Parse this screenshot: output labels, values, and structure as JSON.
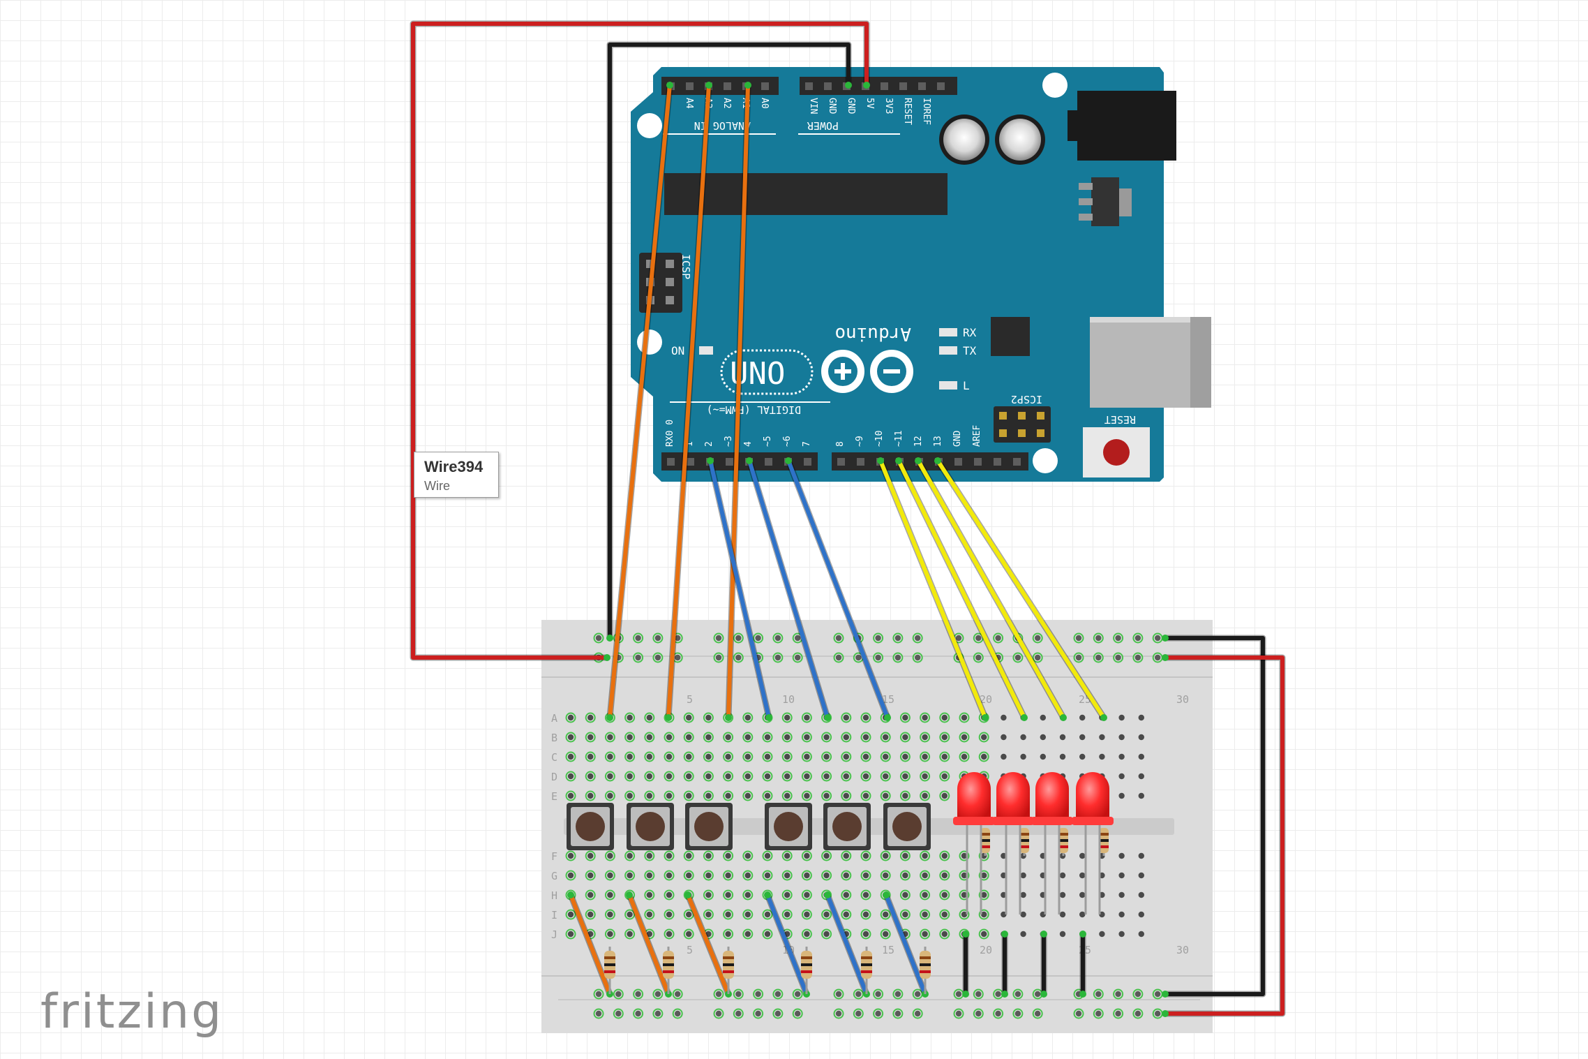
{
  "tooltip": {
    "title": "Wire394",
    "subtitle": "Wire"
  },
  "brand": {
    "logo": "fritzing"
  },
  "arduino": {
    "analog_pins": [
      "A4",
      "A3",
      "A2",
      "A1",
      "A0"
    ],
    "analog_title": "ANALOG IN",
    "power_pins": [
      "VIN",
      "GND",
      "GND",
      "5V",
      "3V3",
      "RESET",
      "IOREF"
    ],
    "power_title": "POWER",
    "digital_pins_left": [
      "RX0 0",
      "1",
      "2",
      "~3",
      "4",
      "~5",
      "~6",
      "7"
    ],
    "digital_pins_right": [
      "8",
      "~9",
      "~10",
      "~11",
      "12",
      "13",
      "GND",
      "AREF"
    ],
    "digital_title": "DIGITAL (PWM=~)",
    "uno_label": "UNO",
    "brand_label": "Arduino",
    "on_label": "ON",
    "rx_label": "RX",
    "tx_label": "TX",
    "l_label": "L",
    "icsp_label": "ICSP",
    "icsp2_label": "ICSP2",
    "reset_label": "RESET"
  },
  "breadboard": {
    "rows_top": [
      "A",
      "B",
      "C",
      "D",
      "E"
    ],
    "rows_bottom": [
      "F",
      "G",
      "H",
      "I",
      "J"
    ],
    "column_marks_top": [
      "5",
      "10",
      "15",
      "20",
      "25",
      "30"
    ],
    "column_marks_bottom": [
      "5",
      "10",
      "15",
      "20",
      "25",
      "30"
    ]
  },
  "colors": {
    "board": "#157a99",
    "breadboard": "#dcdcdc",
    "wire_red": "#cc1f1f",
    "wire_black": "#1a1a1a",
    "wire_orange": "#e8700f",
    "wire_blue": "#2f72c8",
    "wire_yellow": "#f2ea0c",
    "led_red": "#ff2d2d"
  }
}
